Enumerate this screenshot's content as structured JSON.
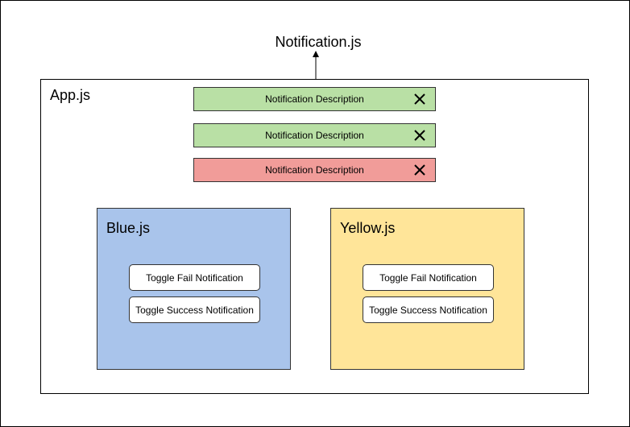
{
  "notification_component": {
    "title": "Notification.js"
  },
  "app": {
    "title": "App.js",
    "notifications": [
      {
        "description": "Notification Description",
        "type": "success",
        "color": "#b9e0a5"
      },
      {
        "description": "Notification Description",
        "type": "success",
        "color": "#b9e0a5"
      },
      {
        "description": "Notification Description",
        "type": "fail",
        "color": "#f19c99"
      }
    ]
  },
  "blue": {
    "title": "Blue.js",
    "color": "#a9c4eb",
    "fail_button": "Toggle Fail Notification",
    "success_button": "Toggle Success Notification"
  },
  "yellow": {
    "title": "Yellow.js",
    "color": "#ffe599",
    "fail_button": "Toggle Fail Notification",
    "success_button": "Toggle Success Notification"
  },
  "icons": {
    "close": "close-icon",
    "arrow": "arrow-up-icon"
  }
}
